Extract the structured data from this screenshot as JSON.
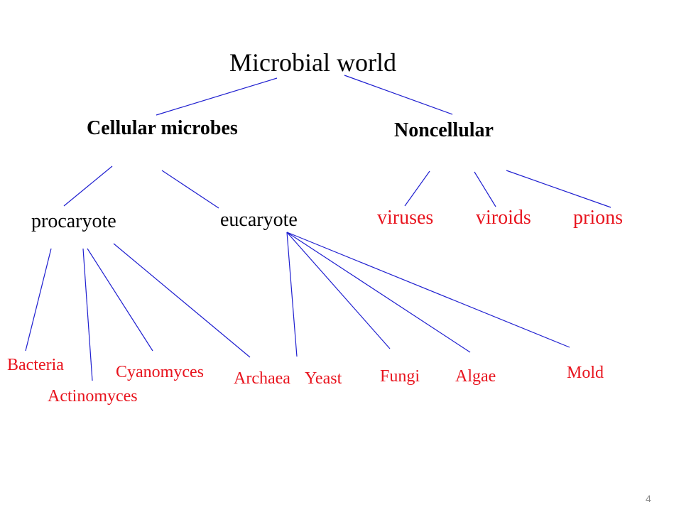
{
  "colors": {
    "connector": "#1f1fd0",
    "red_label": "#e8141e",
    "black_label": "#000000",
    "page_number": "#8c8c8c"
  },
  "tree": {
    "root": "Microbial world",
    "cellular": "Cellular microbes",
    "noncellular": "Noncellular",
    "procaryote": "procaryote",
    "eucaryote": "eucaryote",
    "viruses": "viruses",
    "viroids": "viroids",
    "prions": "prions",
    "bacteria": "Bacteria",
    "actinomyces": "Actinomyces",
    "cyanomyces": "Cyanomyces",
    "archaea": "Archaea",
    "yeast": "Yeast",
    "fungi": "Fungi",
    "algae": "Algae",
    "mold": "Mold"
  },
  "page_number": "4"
}
